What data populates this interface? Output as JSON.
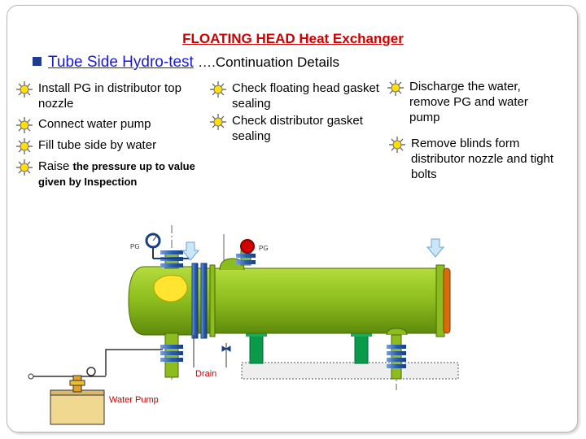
{
  "title": "FLOATING HEAD Heat Exchanger",
  "subtitle": {
    "main": "Tube Side Hydro-test",
    "continuation": "….Continuation Details"
  },
  "steps": {
    "install_pg": "Install PG in distributor top nozzle",
    "connect_pump": "Connect water pump",
    "fill_tube": "Fill tube side by water",
    "raise_prefix": "Raise ",
    "raise_rest": "the pressure up to value given by Inspection",
    "check_floating": "Check floating head gasket sealing",
    "check_distributor": "Check distributor gasket sealing",
    "discharge": "Discharge the water, remove PG and water pump",
    "remove_blinds": "Remove blinds form distributor nozzle and tight bolts"
  },
  "labels": {
    "pg_left": "PG",
    "pg_right": "PG",
    "drain": "Drain",
    "water_pump": "Water Pump"
  },
  "colors": {
    "title": "#cc0000",
    "subtitle": "#1a1ad6",
    "shell": "#8fbf1f",
    "support": "#0a9a4a",
    "nozzle": "#2a5fb0",
    "flange": "#d96a10"
  },
  "icons": {
    "bullet": "sun-bullet-icon",
    "checkbox": "checkbox-bullet-icon",
    "arrow": "down-arrow-icon"
  }
}
